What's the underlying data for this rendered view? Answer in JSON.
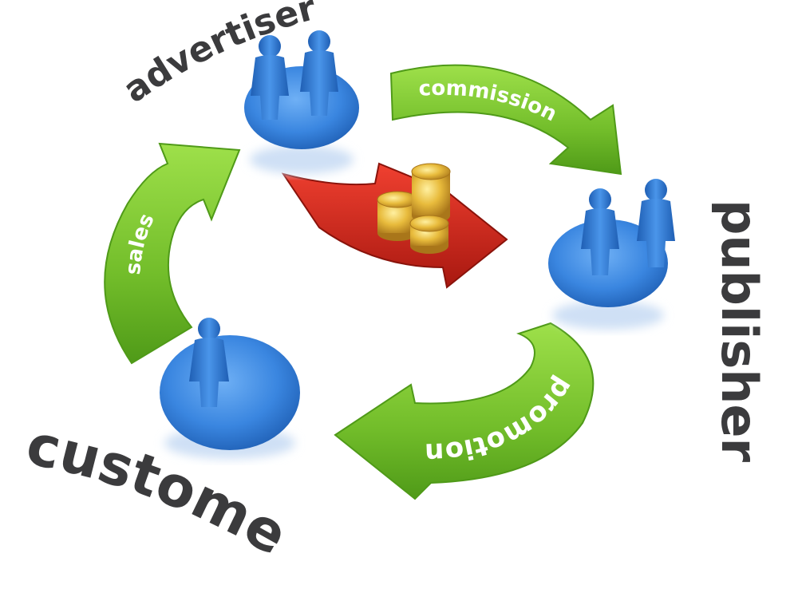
{
  "labels": {
    "advertiser": "advertiser",
    "publisher": "publisher",
    "customer": "customer"
  },
  "arrows": {
    "commission": "commission",
    "promotion": "promotion",
    "sales": "sales"
  },
  "colors": {
    "green": "#7cc42d",
    "green_dark": "#4f9a18",
    "blue": "#3a86e0",
    "blue_dark": "#1f5fb4",
    "red": "#d42417",
    "gold": "#d9a52a",
    "label_gray": "#3b3b3d"
  }
}
